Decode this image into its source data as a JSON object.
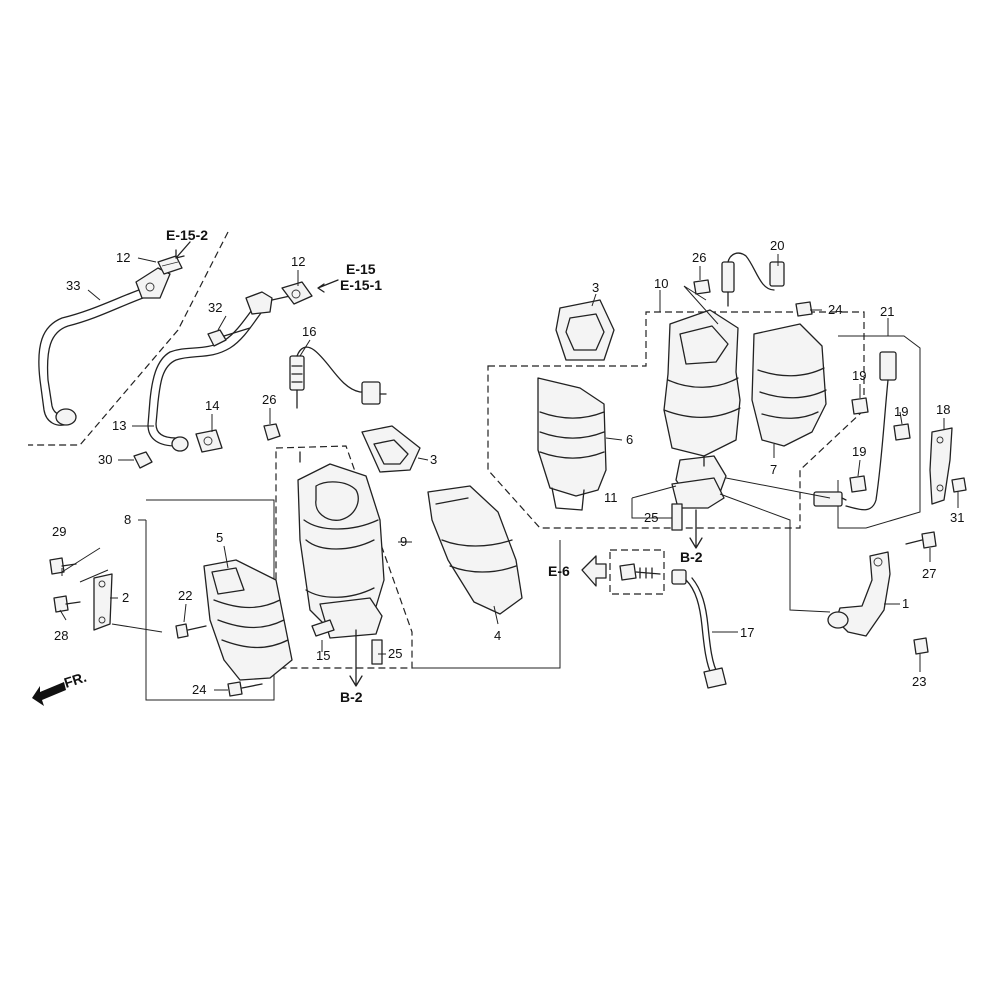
{
  "callouts": {
    "c1": "1",
    "c2": "2",
    "c3a": "3",
    "c3b": "3",
    "c4": "4",
    "c5": "5",
    "c6": "6",
    "c7": "7",
    "c8": "8",
    "c9": "9",
    "c10": "10",
    "c11": "11",
    "c12a": "12",
    "c12b": "12",
    "c13": "13",
    "c14": "14",
    "c15": "15",
    "c16": "16",
    "c17": "17",
    "c18": "18",
    "c19a": "19",
    "c19b": "19",
    "c19c": "19",
    "c20": "20",
    "c21": "21",
    "c22": "22",
    "c23": "23",
    "c24a": "24",
    "c24b": "24",
    "c25a": "25",
    "c25b": "25",
    "c26a": "26",
    "c26b": "26",
    "c27": "27",
    "c28": "28",
    "c29": "29",
    "c30": "30",
    "c31": "31",
    "c32": "32",
    "c33": "33"
  },
  "refs": {
    "e15_2": "E-15-2",
    "e15": "E-15",
    "e15_1": "E-15-1",
    "e6": "E-6",
    "b2_left": "B-2",
    "b2_right": "B-2",
    "front": "FR."
  }
}
